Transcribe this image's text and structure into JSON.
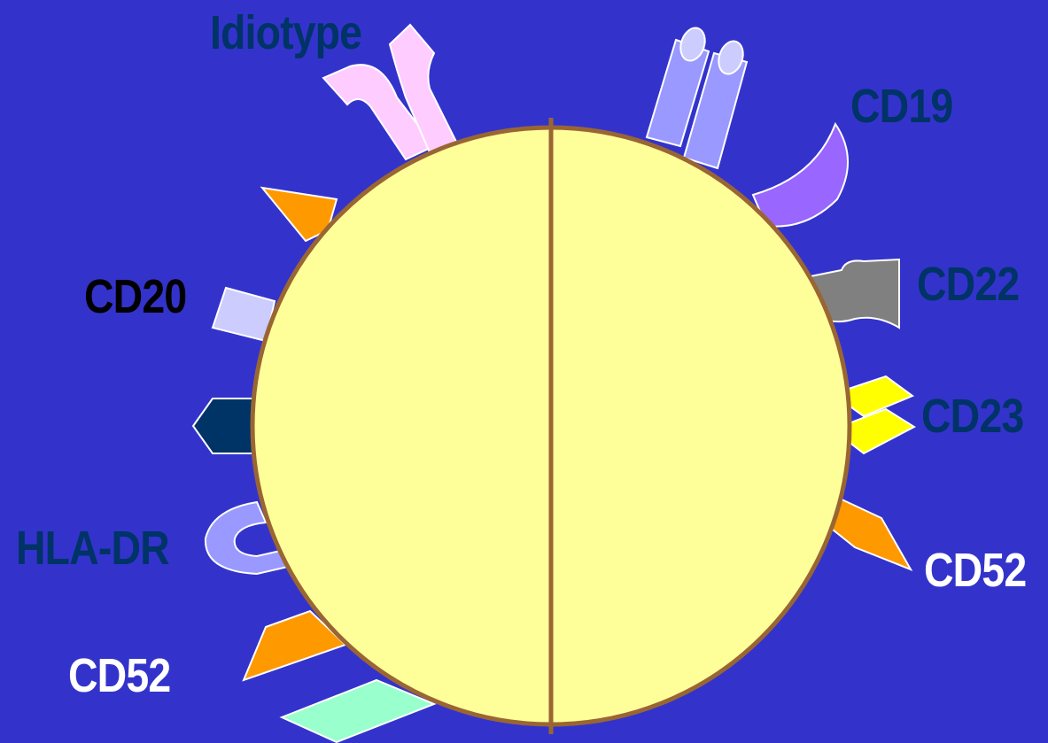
{
  "labels": {
    "idiotype": "Idiotype",
    "cd19": "CD19",
    "cd20": "CD20",
    "cd22": "CD22",
    "cd23": "CD23",
    "hla_dr": "HLA-DR",
    "cd52_right": "CD52",
    "cd52_left": "CD52"
  },
  "colors": {
    "background": "#3333cc",
    "cell_fill": "#ffff99",
    "cell_outline": "#996633",
    "label_dark_blue": "#003366",
    "label_black": "#000000",
    "label_white": "#ffffff",
    "label_teal": "#003366",
    "idiotype_antigen": "#ffccff",
    "cd19_antigen": "#9999ff",
    "cd19_hook": "#9966ff",
    "cd22_antigen": "#808080",
    "cd23_antigen": "#ffff00",
    "cd52_antigen": "#ff9900",
    "cd20_antigen": "#ccccff",
    "dark_antigen": "#003366",
    "hla_dr_antigen": "#9999ff",
    "bottom_antigen": "#99ffcc"
  }
}
